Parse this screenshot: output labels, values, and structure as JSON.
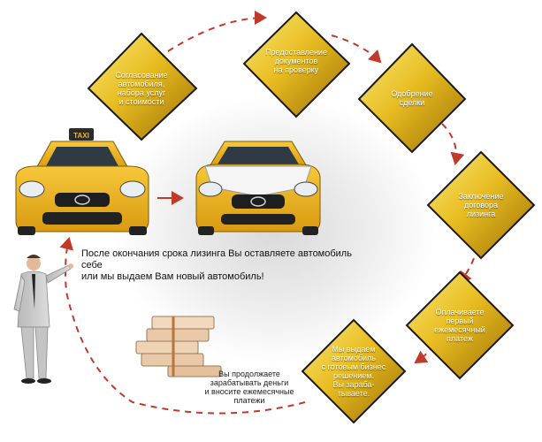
{
  "steps": [
    {
      "label": "Согласование\nавтомобиля,\nнабора услуг\nи стоимости"
    },
    {
      "label": "Предоставление\nдокументов\nна проверку"
    },
    {
      "label": "Одобрение\nсделки"
    },
    {
      "label": "Заключение\nдоговора\nлизинга"
    },
    {
      "label": "Оплачиваете\nпервый\nежемесячный\nплатеж"
    },
    {
      "label": "Мы выдаем\nавтомобиль\nс готовым бизнес\nрешением.\nВы зараба-\nтываете."
    }
  ],
  "caption": "После окончания срока лизинга Вы оставляете автомобиль себе\nили мы выдаем Вам новый  автомобиль!",
  "money_note": "Вы продолжаете\nзарабатывать деньги\nи вносите ежемесячные\nплатежи",
  "taxi_sign": "TAXI",
  "colors": {
    "gold_light": "#f6dd5a",
    "gold_dark": "#a57a05",
    "diamond_border": "#1a1a1a",
    "arrow": "#c0392b",
    "car_yellow": "#f2b51e"
  }
}
